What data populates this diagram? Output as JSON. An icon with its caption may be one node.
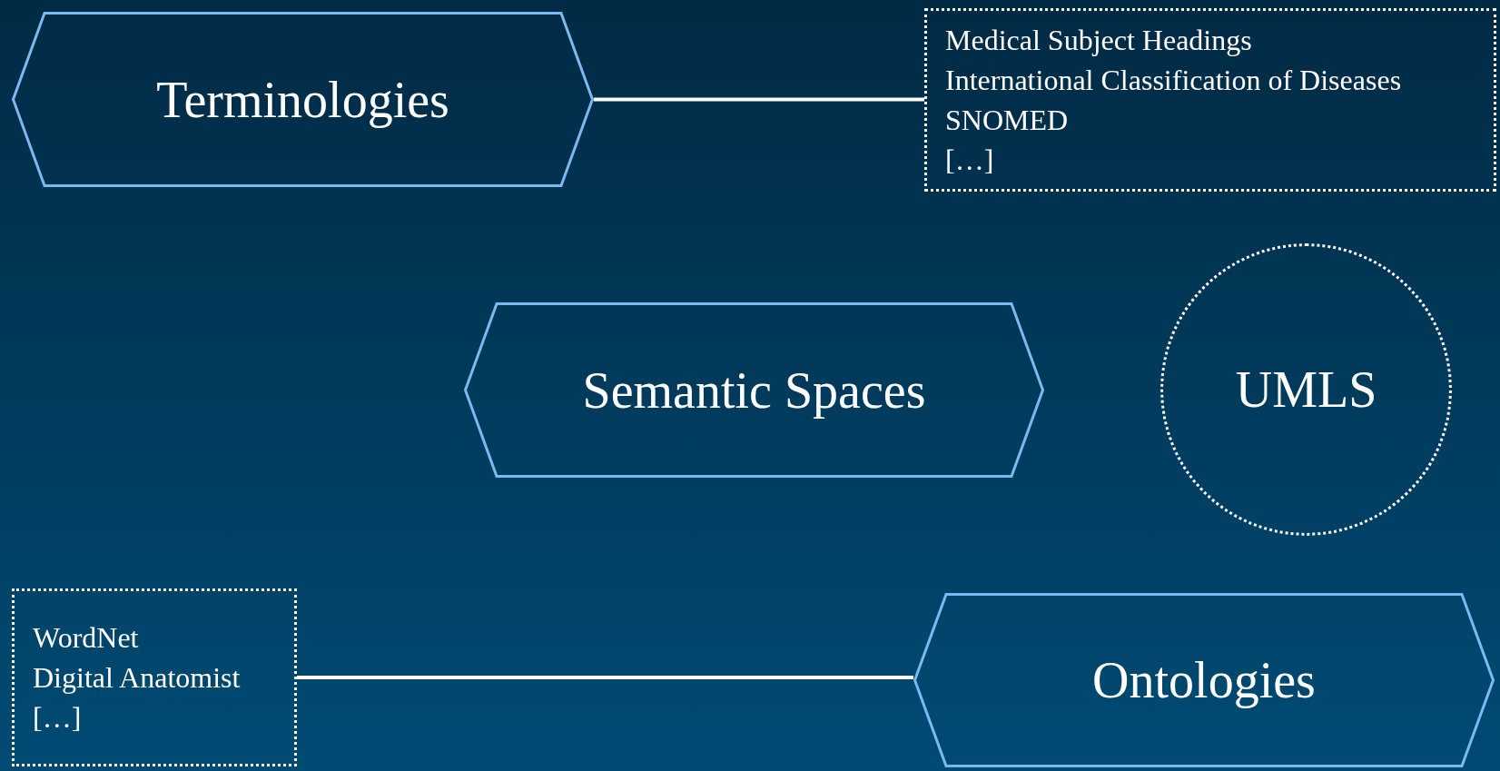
{
  "diagram": {
    "nodes": [
      {
        "text": [
          "Terminologies"
        ]
      },
      {
        "text": [
          "Medical Subject Headings",
          "International Classification of Diseases",
          "SNOMED",
          "[…]"
        ]
      },
      {
        "text": [
          "Semantic Spaces"
        ]
      },
      {
        "text": [
          "UMLS"
        ]
      },
      {
        "text": [
          "WordNet",
          "Digital Anatomist",
          "[…]"
        ]
      },
      {
        "text": [
          "Ontologies"
        ]
      }
    ],
    "edges": [
      {
        "from": 0,
        "to": 1,
        "arrow": "none"
      },
      {
        "from": 4,
        "to": 5,
        "arrow": "none"
      }
    ]
  }
}
